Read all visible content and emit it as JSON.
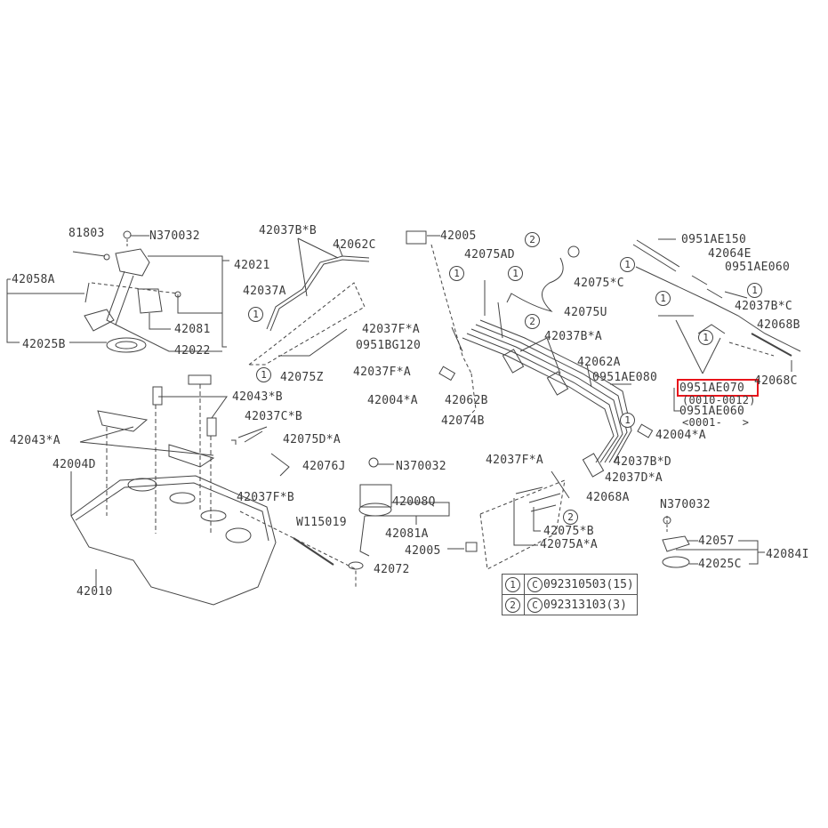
{
  "diagram": {
    "title": "Fuel tank parts diagram",
    "highlight_color": "#e8141b",
    "labels": [
      "81803",
      "N370032",
      "42021",
      "42058A",
      "42081",
      "42025B",
      "42022",
      "42037B*B",
      "42062C",
      "42037A",
      "42075Z",
      "42005",
      "42075AD",
      "42075U",
      "42037F*A",
      "0951BG120",
      "42037B*A",
      "42037F*A",
      "42004*A",
      "42062B",
      "42074B",
      "42062A",
      "0951AE080",
      "0951AE150",
      "42064E",
      "0951AE060",
      "42075*C",
      "42037B*C",
      "42068B",
      "42068C",
      "0951AE070",
      "(0010-0012)",
      "0951AE060",
      "<0001-   >",
      "42004*A",
      "42043*B",
      "42037C*B",
      "42043*A",
      "42075D*A",
      "42004D",
      "42076J",
      "42037F*B",
      "42010",
      "W115019",
      "N370032",
      "42008Q",
      "42081A",
      "42005",
      "42072",
      "42037F*A",
      "42037B*D",
      "42037D*A",
      "42068A",
      "42075*B",
      "42075A*A",
      "N370032",
      "42057",
      "42084I",
      "42025C"
    ],
    "markers": {
      "one": "1",
      "two": "2"
    },
    "legend": [
      {
        "num": "1",
        "prefix": "C",
        "code": "092310503(15)"
      },
      {
        "num": "2",
        "prefix": "C",
        "code": "092313103(3)"
      }
    ]
  }
}
